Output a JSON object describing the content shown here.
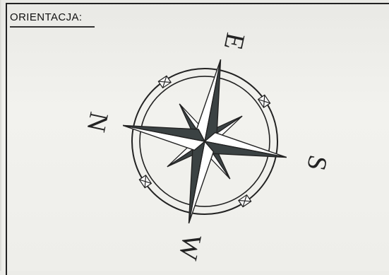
{
  "header": {
    "title": "ORIENTACJA:"
  },
  "compass": {
    "labels": {
      "north": "N",
      "east": "E",
      "south": "S",
      "west": "W"
    },
    "colors": {
      "ink": "#222222",
      "dark_fill": "#3b4243",
      "light_fill": "#ffffff"
    }
  }
}
